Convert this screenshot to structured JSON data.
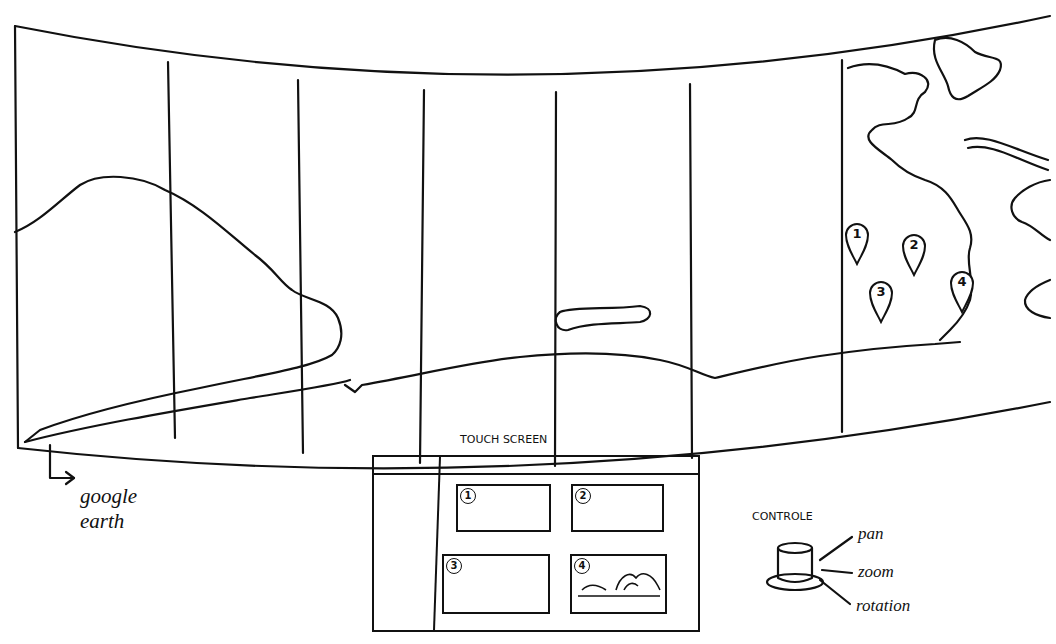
{
  "diagram": {
    "nodes": [
      {
        "text": [
          "1"
        ]
      },
      {
        "text": [
          "2"
        ]
      },
      {
        "text": [
          "4"
        ]
      },
      {
        "text": [
          "3"
        ]
      },
      {
        "text": [
          "TOUCH SCREEN"
        ]
      },
      {
        "text": [
          "1"
        ],
        "in": 4
      },
      {
        "text": [
          "2"
        ],
        "in": 4
      },
      {
        "text": [
          "3"
        ],
        "in": 4
      },
      {
        "text": [
          "4"
        ],
        "in": 4
      }
    ],
    "labels": [
      "google earth",
      "CONTROLE",
      "pan",
      "zoom",
      "rotation"
    ]
  }
}
